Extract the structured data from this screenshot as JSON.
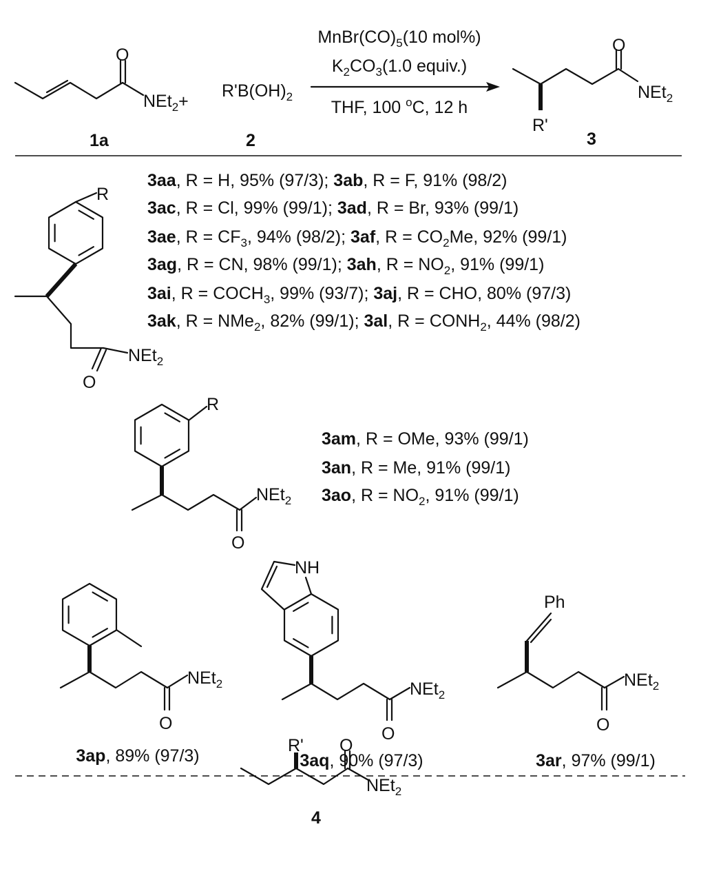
{
  "reaction": {
    "reactant_1": {
      "o": [
        [
          "n",
          "O"
        ]
      ],
      "amide": [
        [
          "n",
          "NEt"
        ],
        [
          "sub",
          "2"
        ],
        [
          "n",
          "+"
        ]
      ],
      "label": [
        [
          "b",
          "1a"
        ]
      ]
    },
    "reactant_2": {
      "formula": [
        [
          "n",
          "R'B(OH)"
        ],
        [
          "sub",
          "2"
        ]
      ],
      "label": [
        [
          "b",
          "2"
        ]
      ]
    },
    "conditions": [
      [
        [
          "n",
          "MnBr(CO)"
        ],
        [
          "sub",
          "5"
        ],
        [
          "n",
          "(10 mol%)"
        ]
      ],
      [
        [
          "n",
          "K"
        ],
        [
          "sub",
          "2"
        ],
        [
          "n",
          "CO"
        ],
        [
          "sub",
          "3"
        ],
        [
          "n",
          "(1.0 equiv.)"
        ]
      ],
      [
        [
          "n",
          "THF, 100 "
        ],
        [
          "sup",
          "o"
        ],
        [
          "n",
          "C, 12 h"
        ]
      ]
    ],
    "product": {
      "o": [
        [
          "n",
          "O"
        ]
      ],
      "amide": [
        [
          "n",
          "NEt"
        ],
        [
          "sub",
          "2"
        ]
      ],
      "r": [
        [
          "n",
          "R'"
        ]
      ],
      "label": [
        [
          "b",
          "3"
        ]
      ]
    }
  },
  "para_series": {
    "r": [
      [
        "n",
        "R"
      ]
    ],
    "o": [
      [
        "n",
        "O"
      ]
    ],
    "amide": [
      [
        "n",
        "NEt"
      ],
      [
        "sub",
        "2"
      ]
    ],
    "results": [
      [
        [
          "b",
          "3aa"
        ],
        [
          "n",
          ", R = H, 95% (97/3); "
        ],
        [
          "b",
          "3ab"
        ],
        [
          "n",
          ", R = F, 91% (98/2)"
        ]
      ],
      [
        [
          "b",
          "3ac"
        ],
        [
          "n",
          ", R = Cl, 99% (99/1); "
        ],
        [
          "b",
          "3ad"
        ],
        [
          "n",
          ", R = Br, 93% (99/1)"
        ]
      ],
      [
        [
          "b",
          "3ae"
        ],
        [
          "n",
          ", R = CF"
        ],
        [
          "sub",
          "3"
        ],
        [
          "n",
          ", 94% (98/2); "
        ],
        [
          "b",
          "3af"
        ],
        [
          "n",
          ", R = CO"
        ],
        [
          "sub",
          "2"
        ],
        [
          "n",
          "Me, 92% (99/1)"
        ]
      ],
      [
        [
          "b",
          "3ag"
        ],
        [
          "n",
          ", R = CN, 98% (99/1); "
        ],
        [
          "b",
          "3ah"
        ],
        [
          "n",
          ", R = NO"
        ],
        [
          "sub",
          "2"
        ],
        [
          "n",
          ", 91% (99/1)"
        ]
      ],
      [
        [
          "b",
          "3ai"
        ],
        [
          "n",
          ", R = COCH"
        ],
        [
          "sub",
          "3"
        ],
        [
          "n",
          ", 99% (93/7); "
        ],
        [
          "b",
          "3aj"
        ],
        [
          "n",
          ", R = CHO, 80% (97/3)"
        ]
      ],
      [
        [
          "b",
          "3ak"
        ],
        [
          "n",
          ", R = NMe"
        ],
        [
          "sub",
          "2"
        ],
        [
          "n",
          ", 82% (99/1); "
        ],
        [
          "b",
          "3al"
        ],
        [
          "n",
          ", R = CONH"
        ],
        [
          "sub",
          "2"
        ],
        [
          "n",
          ", 44% (98/2)"
        ]
      ]
    ]
  },
  "meta_series": {
    "r": [
      [
        "n",
        "R"
      ]
    ],
    "o": [
      [
        "n",
        "O"
      ]
    ],
    "amide": [
      [
        "n",
        "NEt"
      ],
      [
        "sub",
        "2"
      ]
    ],
    "results": [
      [
        [
          "b",
          "3am"
        ],
        [
          "n",
          ", R = OMe, 93% (99/1)"
        ]
      ],
      [
        [
          "b",
          "3an"
        ],
        [
          "n",
          ", R = Me, 91% (99/1)"
        ]
      ],
      [
        [
          "b",
          "3ao"
        ],
        [
          "n",
          ", R = NO"
        ],
        [
          "sub",
          "2"
        ],
        [
          "n",
          ", 91% (99/1)"
        ]
      ]
    ]
  },
  "others": {
    "ap": {
      "o": [
        [
          "n",
          "O"
        ]
      ],
      "amide": [
        [
          "n",
          "NEt"
        ],
        [
          "sub",
          "2"
        ]
      ],
      "label": [
        [
          "b",
          "3ap"
        ],
        [
          "n",
          ", 89% (97/3)"
        ]
      ]
    },
    "aq": {
      "nh": [
        [
          "n",
          "NH"
        ]
      ],
      "o": [
        [
          "n",
          "O"
        ]
      ],
      "amide": [
        [
          "n",
          "NEt"
        ],
        [
          "sub",
          "2"
        ]
      ],
      "label": [
        [
          "b",
          "3aq"
        ],
        [
          "n",
          ", 90% (97/3)"
        ]
      ]
    },
    "ar": {
      "ph": [
        [
          "n",
          "Ph"
        ]
      ],
      "o": [
        [
          "n",
          "O"
        ]
      ],
      "amide": [
        [
          "n",
          "NEt"
        ],
        [
          "sub",
          "2"
        ]
      ],
      "label": [
        [
          "b",
          "3ar"
        ],
        [
          "n",
          ", 97% (99/1)"
        ]
      ]
    }
  },
  "byproduct": {
    "r": [
      [
        "n",
        "R'"
      ]
    ],
    "o": [
      [
        "n",
        "O"
      ]
    ],
    "amide": [
      [
        "n",
        "NEt"
      ],
      [
        "sub",
        "2"
      ]
    ],
    "label": [
      [
        "b",
        "4"
      ]
    ]
  }
}
